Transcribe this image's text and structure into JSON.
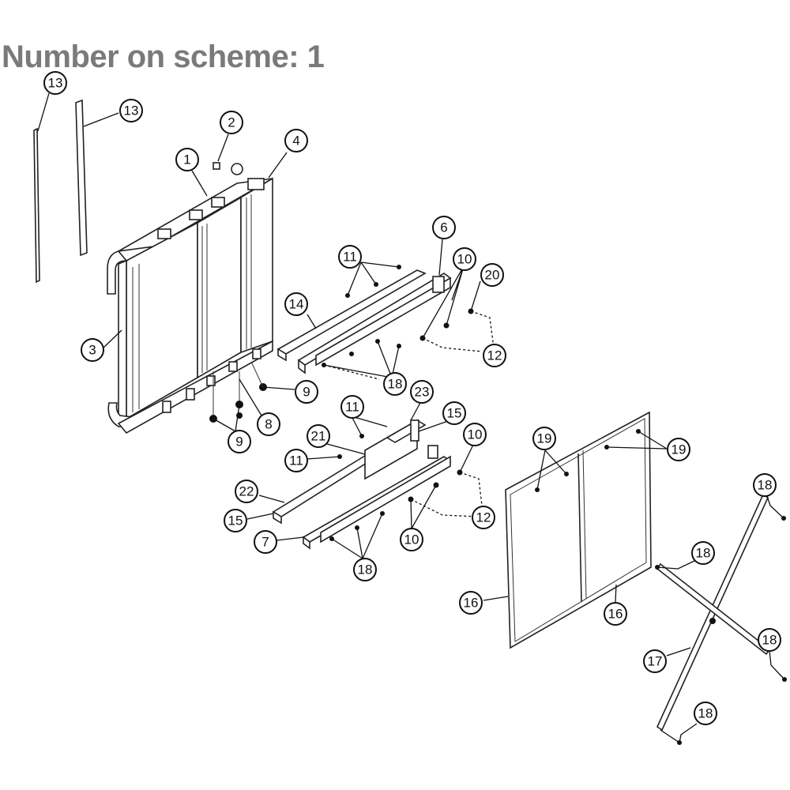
{
  "heading": "Number on scheme: 1",
  "callouts": [
    {
      "label": "13"
    },
    {
      "label": "13"
    },
    {
      "label": "2"
    },
    {
      "label": "1"
    },
    {
      "label": "4"
    },
    {
      "label": "3"
    },
    {
      "label": "6"
    },
    {
      "label": "11"
    },
    {
      "label": "10"
    },
    {
      "label": "20"
    },
    {
      "label": "14"
    },
    {
      "label": "12"
    },
    {
      "label": "18"
    },
    {
      "label": "9"
    },
    {
      "label": "8"
    },
    {
      "label": "9"
    },
    {
      "label": "23"
    },
    {
      "label": "11"
    },
    {
      "label": "15"
    },
    {
      "label": "21"
    },
    {
      "label": "10"
    },
    {
      "label": "11"
    },
    {
      "label": "22"
    },
    {
      "label": "12"
    },
    {
      "label": "15"
    },
    {
      "label": "10"
    },
    {
      "label": "7"
    },
    {
      "label": "18"
    },
    {
      "label": "19"
    },
    {
      "label": "19"
    },
    {
      "label": "18"
    },
    {
      "label": "18"
    },
    {
      "label": "16"
    },
    {
      "label": "16"
    },
    {
      "label": "18"
    },
    {
      "label": "17"
    },
    {
      "label": "18"
    }
  ]
}
